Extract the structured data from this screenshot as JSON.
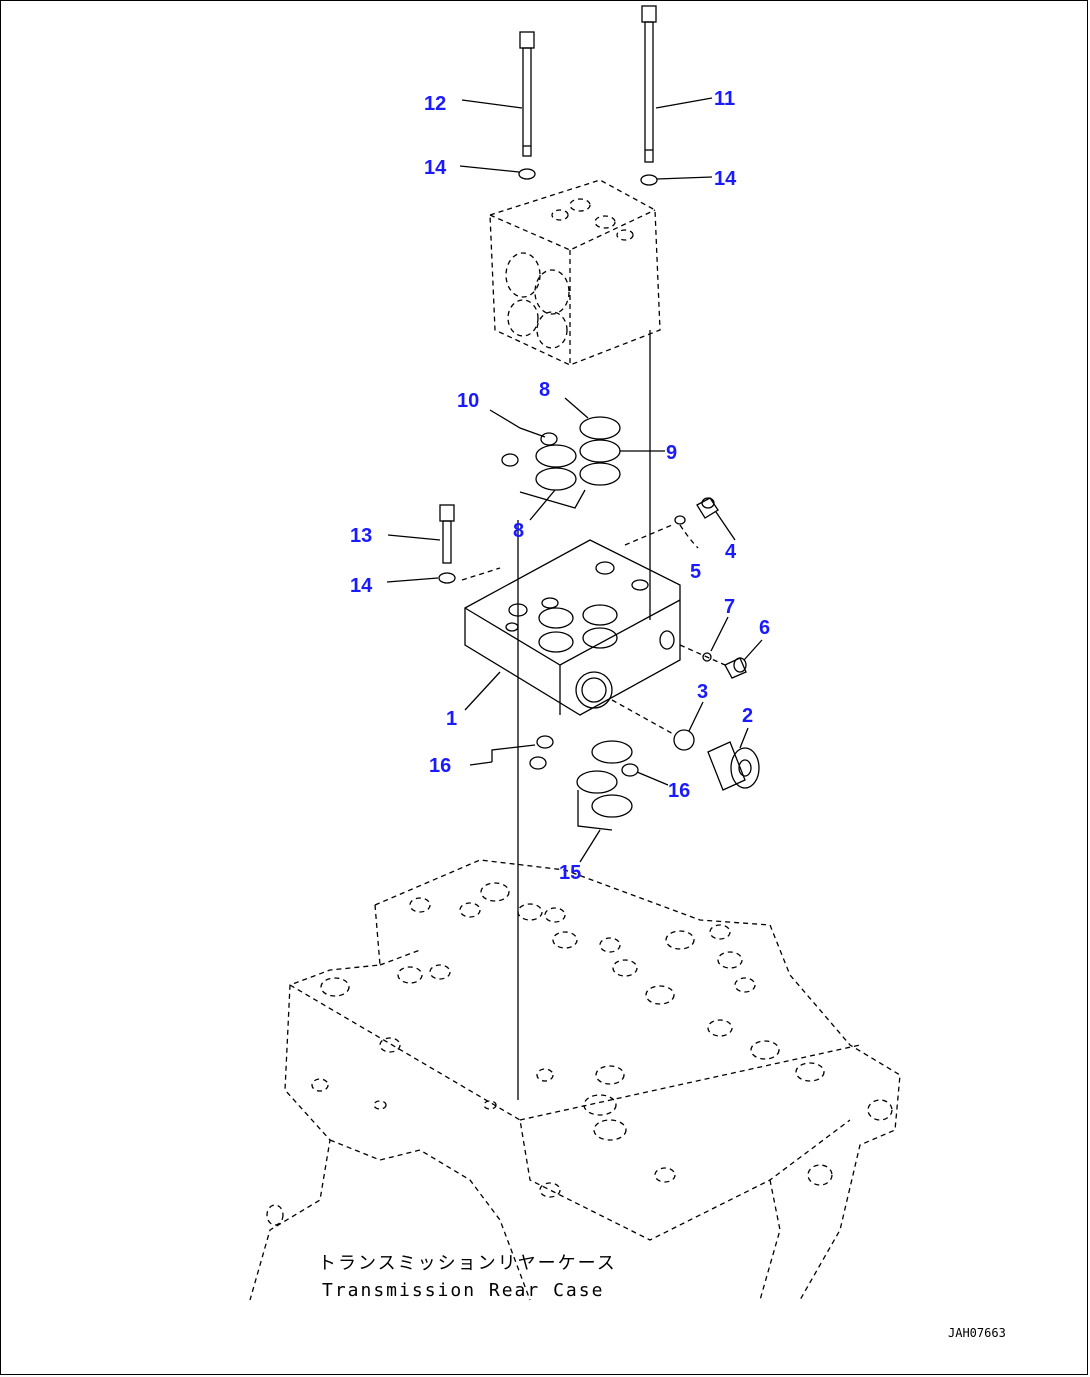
{
  "callouts": [
    {
      "id": "12",
      "label": "12"
    },
    {
      "id": "11",
      "label": "11"
    },
    {
      "id": "14a",
      "label": "14"
    },
    {
      "id": "14b",
      "label": "14"
    },
    {
      "id": "10",
      "label": "10"
    },
    {
      "id": "8a",
      "label": "8"
    },
    {
      "id": "9",
      "label": "9"
    },
    {
      "id": "8b",
      "label": "8"
    },
    {
      "id": "13",
      "label": "13"
    },
    {
      "id": "4",
      "label": "4"
    },
    {
      "id": "14c",
      "label": "14"
    },
    {
      "id": "5",
      "label": "5"
    },
    {
      "id": "7",
      "label": "7"
    },
    {
      "id": "6",
      "label": "6"
    },
    {
      "id": "1",
      "label": "1"
    },
    {
      "id": "3",
      "label": "3"
    },
    {
      "id": "2",
      "label": "2"
    },
    {
      "id": "16a",
      "label": "16"
    },
    {
      "id": "16b",
      "label": "16"
    },
    {
      "id": "15",
      "label": "15"
    }
  ],
  "caption": {
    "japanese": "トランスミッションリヤーケース",
    "english": "Transmission Rear Case"
  },
  "drawing_code": "JAH07663"
}
